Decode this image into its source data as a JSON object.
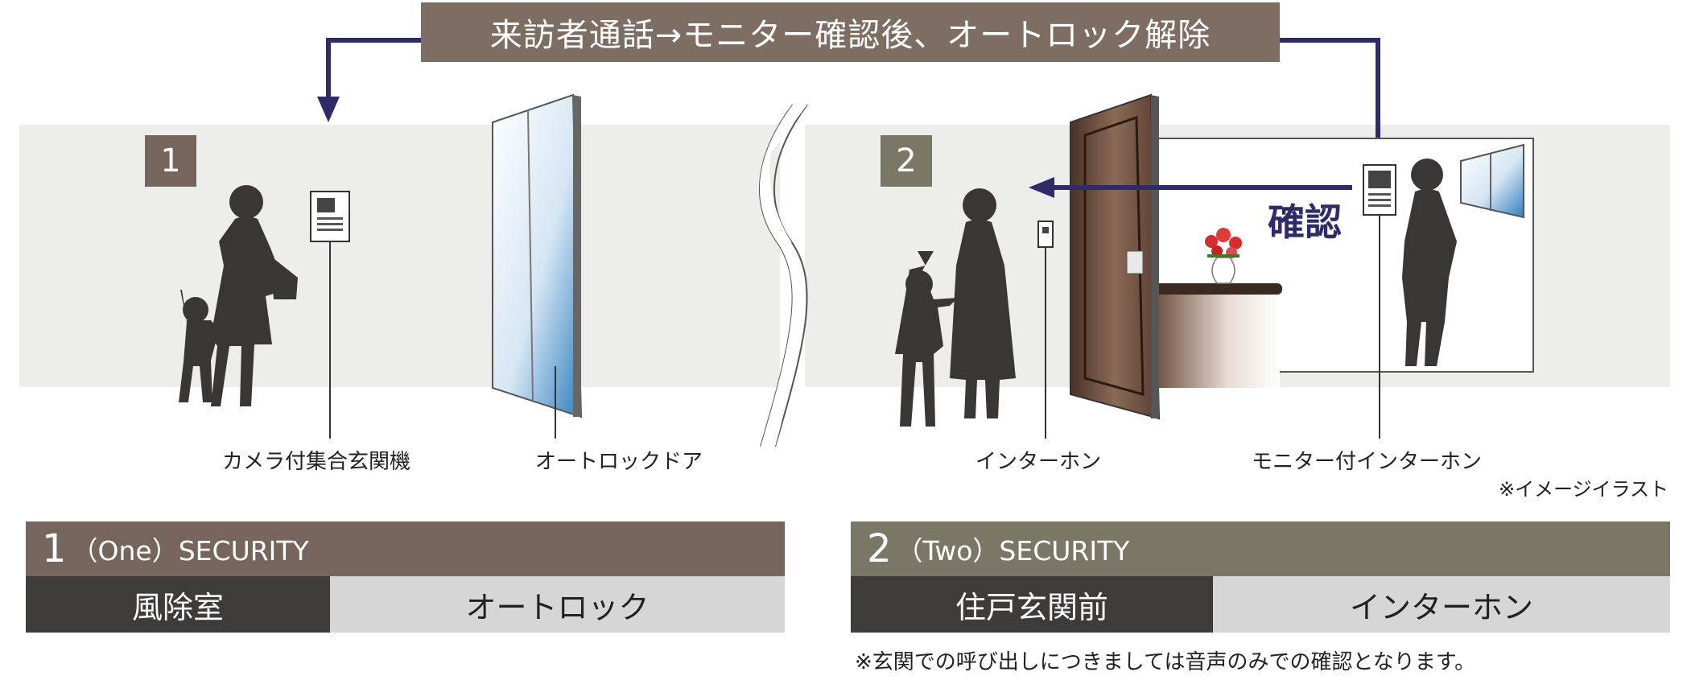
{
  "banner": {
    "text": "来訪者通話→モニター確認後、オートロック解除",
    "color": "#7e6d62"
  },
  "scene": {
    "zone1_number": "1",
    "zone2_number": "2",
    "confirm_text": "確認",
    "labels": {
      "entrance_unit": "カメラ付集合玄関機",
      "autolock_door": "オートロックドア",
      "door_intercom": "インターホン",
      "monitor_intercom": "モニター付インターホン"
    },
    "image_note": "※イメージイラスト"
  },
  "security": [
    {
      "number": "1",
      "suffix": "（One）SECURITY",
      "place": "風除室",
      "method": "オートロック",
      "header_color": "#75655c"
    },
    {
      "number": "2",
      "suffix": "（Two）SECURITY",
      "place": "住戸玄関前",
      "method": "インターホン",
      "header_color": "#7a7767"
    }
  ],
  "footnote": "※玄関での呼び出しにつきましては音声のみでの確認となります。",
  "colors": {
    "arrow": "#2f2a6a",
    "zone1_tag": "#75655c",
    "zone2_tag": "#7a7767",
    "dark_cell": "#3e3b3b",
    "light_cell": "#d7d6d6",
    "floor": "#ededeb",
    "silhouette": "#3a3635"
  }
}
